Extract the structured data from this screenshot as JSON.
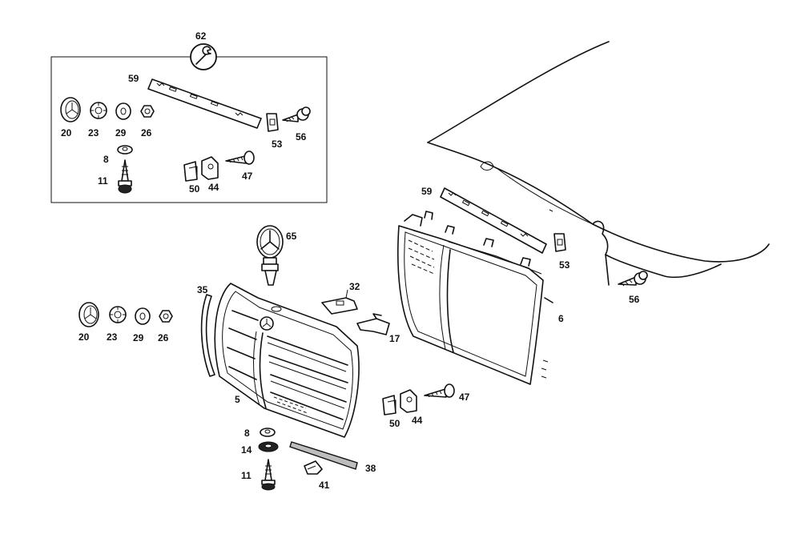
{
  "inset_tool_label": "62",
  "labels": {
    "inset": {
      "strip": "59",
      "clip": "53",
      "screw": "56",
      "emblem": "20",
      "star": "23",
      "washer": "29",
      "nut": "26",
      "washer_small": "8",
      "screw_vertical": "11",
      "bracket_a": "50",
      "bracket_b": "44",
      "self_tap_screw": "47"
    },
    "main": {
      "hood_ornament": "65",
      "trim_strip": "35",
      "plate": "32",
      "latch": "17",
      "grille_frame": "6",
      "strip": "59",
      "clip": "53",
      "screw": "56",
      "emblem": "20",
      "star": "23",
      "washer": "29",
      "nut": "26",
      "grille": "5",
      "bracket_a": "50",
      "bracket_b": "44",
      "self_tap_screw": "47",
      "washer_small": "8",
      "washer_large": "14",
      "screw_vertical": "11",
      "lower_strip": "38",
      "plug": "41"
    }
  }
}
